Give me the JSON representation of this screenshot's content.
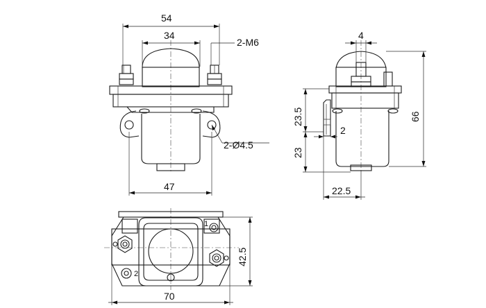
{
  "dimensions": {
    "front_overall_width": "54",
    "front_dome_width": "34",
    "front_thread": "2-M6",
    "front_mount_holes": "2-Ø4.5",
    "front_base_width": "47",
    "side_terminal": "4",
    "side_upper_height": "23.5",
    "side_lower_height": "23",
    "side_overall_height": "66",
    "side_bracket_thickness": "2",
    "side_depth": "22.5",
    "bottom_depth": "42.5",
    "bottom_width": "70"
  },
  "terminal_labels": {
    "terminal_1": "1",
    "terminal_2": "2"
  }
}
